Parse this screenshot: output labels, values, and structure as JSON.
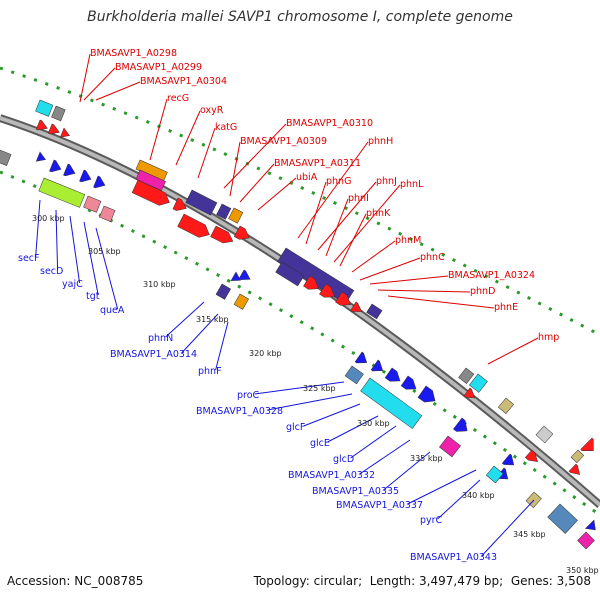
{
  "title": "Burkholderia mallei SAVP1 chromosome I, complete genome",
  "footer": {
    "accession_label": "Accession:",
    "accession": "NC_008785",
    "topology_label": "Topology:",
    "topology": "circular",
    "length_label": "Length:",
    "length": "3,497,479 bp",
    "genes_label": "Genes:",
    "genes": "3,508"
  },
  "colors": {
    "backbone": "#8c8c8c",
    "tick": "#2a9a2a",
    "forward_label": "#dd0000",
    "reverse_label": "#1515dd",
    "forward_gene": "#ff1a1a",
    "reverse_gene": "#1a1aee"
  },
  "scale_labels": [
    "300 kbp",
    "305 kbp",
    "310 kbp",
    "315 kbp",
    "320 kbp",
    "325 kbp",
    "330 kbp",
    "335 kbp",
    "340 kbp",
    "345 kbp",
    "350 kbp"
  ],
  "forward_labels": [
    "BMASAVP1_A0298",
    "BMASAVP1_A0299",
    "BMASAVP1_A0304",
    "recG",
    "oxyR",
    "katG",
    "BMASAVP1_A0310",
    "BMASAVP1_A0309",
    "BMASAVP1_A0311",
    "ubiA",
    "phnH",
    "phnG",
    "phnJ",
    "phnI",
    "phnL",
    "phnK",
    "phnM",
    "phnC",
    "BMASAVP1_A0324",
    "phnD",
    "phnE",
    "hmp"
  ],
  "reverse_labels": [
    "secF",
    "secD",
    "yajC",
    "tgt",
    "queA",
    "phnN",
    "BMASAVP1_A0314",
    "phnF",
    "proC",
    "BMASAVP1_A0328",
    "glcF",
    "glcE",
    "glcD",
    "BMASAVP1_A0332",
    "BMASAVP1_A0335",
    "BMASAVP1_A0337",
    "pyrC",
    "BMASAVP1_A0343"
  ]
}
